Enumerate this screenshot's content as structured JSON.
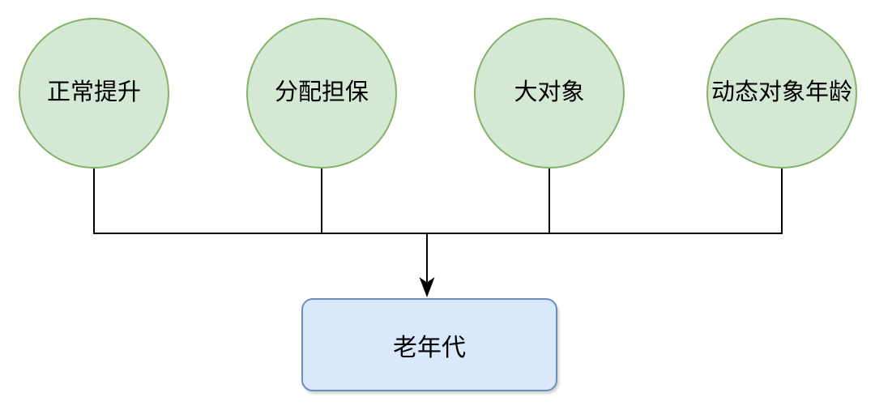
{
  "diagram": {
    "title": "old-generation-promotion-paths",
    "sources": [
      {
        "id": "normal-promotion",
        "label": "正常提升"
      },
      {
        "id": "allocation-guarantee",
        "label": "分配担保"
      },
      {
        "id": "large-object",
        "label": "大对象"
      },
      {
        "id": "dynamic-object-age",
        "label": "动态对象年龄"
      }
    ],
    "target": {
      "id": "old-generation",
      "label": "老年代"
    },
    "colors": {
      "circle_fill": "#d5e8d4",
      "circle_border": "#82b366",
      "box_fill": "#dae8fc",
      "box_border": "#6c8ebf",
      "connector": "#000000",
      "background": "#ffffff"
    }
  }
}
